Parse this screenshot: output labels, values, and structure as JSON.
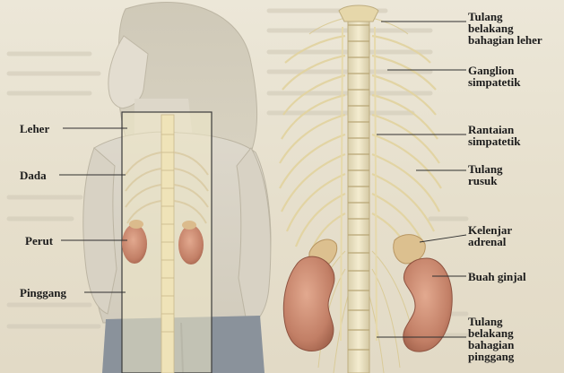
{
  "labels_left": [
    {
      "id": "leher",
      "text": "Leher"
    },
    {
      "id": "dada",
      "text": "Dada"
    },
    {
      "id": "perut",
      "text": "Perut"
    },
    {
      "id": "pinggang",
      "text": "Pinggang"
    }
  ],
  "labels_right": [
    {
      "id": "tulang-belakang-leher",
      "lines": [
        "Tulang",
        "belakang",
        "bahagian leher"
      ]
    },
    {
      "id": "ganglion-simpatetik",
      "lines": [
        "Ganglion",
        "simpatetik"
      ]
    },
    {
      "id": "rantaian-simpatetik",
      "lines": [
        "Rantaian",
        "simpatetik"
      ]
    },
    {
      "id": "tulang-rusuk",
      "lines": [
        "Tulang",
        "rusuk"
      ]
    },
    {
      "id": "kelenjar-adrenal",
      "lines": [
        "Kelenjar",
        "adrenal"
      ]
    },
    {
      "id": "buah-ginjal",
      "lines": [
        "Buah ginjal"
      ]
    },
    {
      "id": "tulang-belakang-pinggang",
      "lines": [
        "Tulang",
        "belakang",
        "bahagian",
        "pinggang"
      ]
    }
  ],
  "colors": {
    "paper": "#e8e2d1",
    "bone": "#efe6c8",
    "kidney": "#c98a72",
    "adrenal": "#d9b98a",
    "nerve": "#e4d6a6",
    "label": "#1c1c1c"
  }
}
